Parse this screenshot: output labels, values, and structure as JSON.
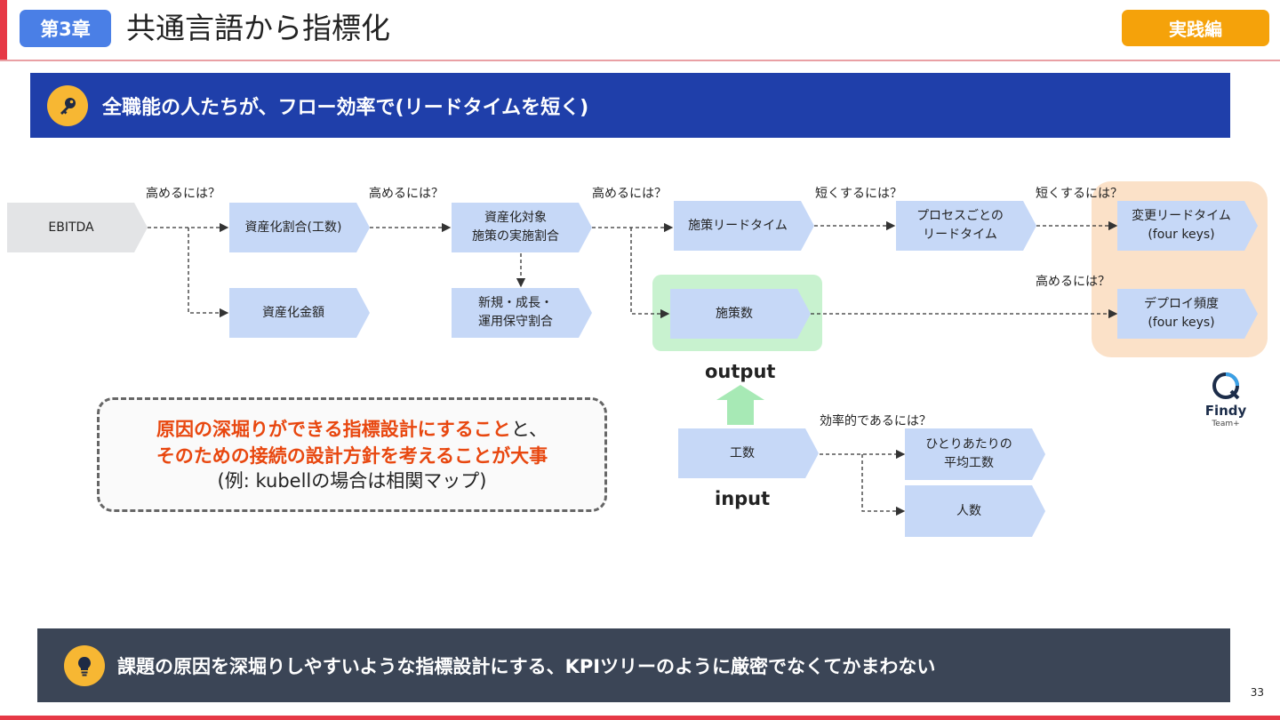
{
  "header": {
    "chapter": "第3章",
    "title": "共通言語から指標化",
    "badge": "実践編"
  },
  "key_banner": {
    "icon": "key-icon",
    "text": "全職能の人たちが、フロー効率で(リードタイムを短く)"
  },
  "diagram": {
    "nodes": {
      "ebitda": "EBITDA",
      "capitalization_ratio": "資産化割合(工数)",
      "capitalization_amount": "資産化金額",
      "capitalized_target": "資産化対象\n施策の実施割合",
      "new_growth_ops": "新規・成長・\n運用保守割合",
      "initiative_lead_time": "施策リードタイム",
      "process_lead_time": "プロセスごとの\nリードタイム",
      "change_lead_time": "変更リードタイム\n(four keys)",
      "initiative_count": "施策数",
      "deploy_frequency": "デプロイ頻度\n(four keys)",
      "effort": "工数",
      "avg_effort": "ひとりあたりの\n平均工数",
      "headcount": "人数"
    },
    "edge_labels": {
      "raise_1": "高めるには？",
      "raise_2": "高めるには？",
      "raise_3": "高めるには？",
      "shorten_1": "短くするには？",
      "shorten_2": "短くするには？",
      "raise_4": "高めるには？",
      "efficient": "効率的であるには？"
    },
    "output_label": "output",
    "input_label": "input",
    "highlight_colors": {
      "output": "#c8f2cf",
      "four_keys": "#fbe1c8"
    }
  },
  "logo": {
    "name": "Findy",
    "sub": "Team+"
  },
  "callout": {
    "line1_highlight": "原因の深堀りができる指標設計にすること",
    "line1_rest": "と、",
    "line2": "そのための接続の設計方針を考えることが大事",
    "line3": "(例: kubellの場合は相関マップ)"
  },
  "tip_banner": {
    "icon": "lightbulb-icon",
    "text": "課題の原因を深堀りしやすいような指標設計にする、KPIツリーのように厳密でなくてかまわない"
  },
  "page_number": "33",
  "colors": {
    "accent_red": "#e63946",
    "chapter_blue": "#4a7fe6",
    "badge_orange": "#f5a20a",
    "banner_blue": "#1f3faa",
    "tip_gray": "#3b4556",
    "node_blue": "#c6d8f7",
    "highlight_red": "#e8470f"
  }
}
